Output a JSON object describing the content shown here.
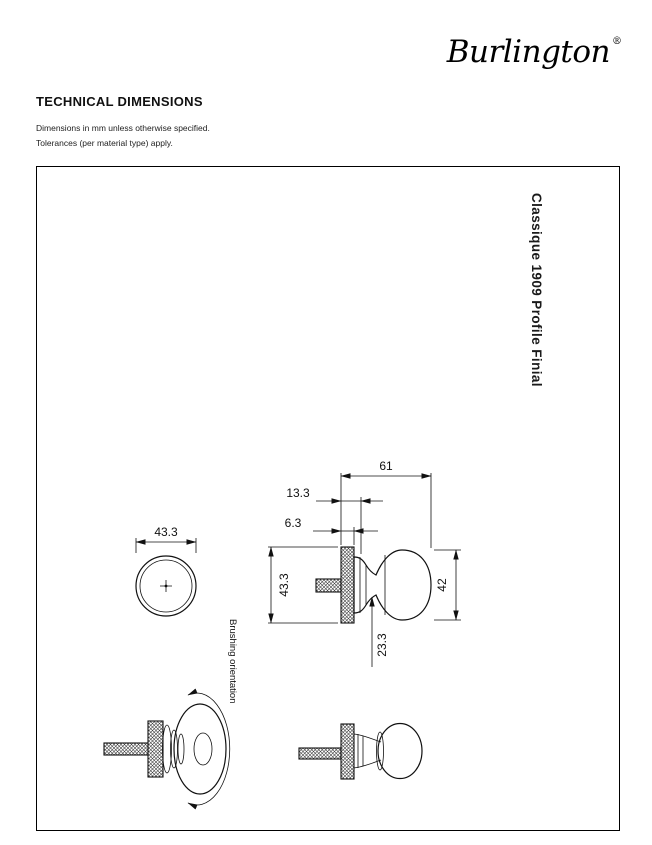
{
  "brand": {
    "name": "Burlington",
    "reg": "®"
  },
  "header": {
    "title": "TECHNICAL DIMENSIONS",
    "note1": "Dimensions in mm unless otherwise specified.",
    "note2": "Tolerances (per material type) apply."
  },
  "drawing": {
    "product_label": "Classique 1909 Profile Finial",
    "brushing_label": "Brushing orientation",
    "dims": {
      "front_diameter": "43.3",
      "overall_length": "61",
      "step_length": "13.3",
      "disc_thickness": "6.3",
      "disc_diameter": "43.3",
      "dome_diameter": "42",
      "neck_length": "23.3"
    }
  }
}
